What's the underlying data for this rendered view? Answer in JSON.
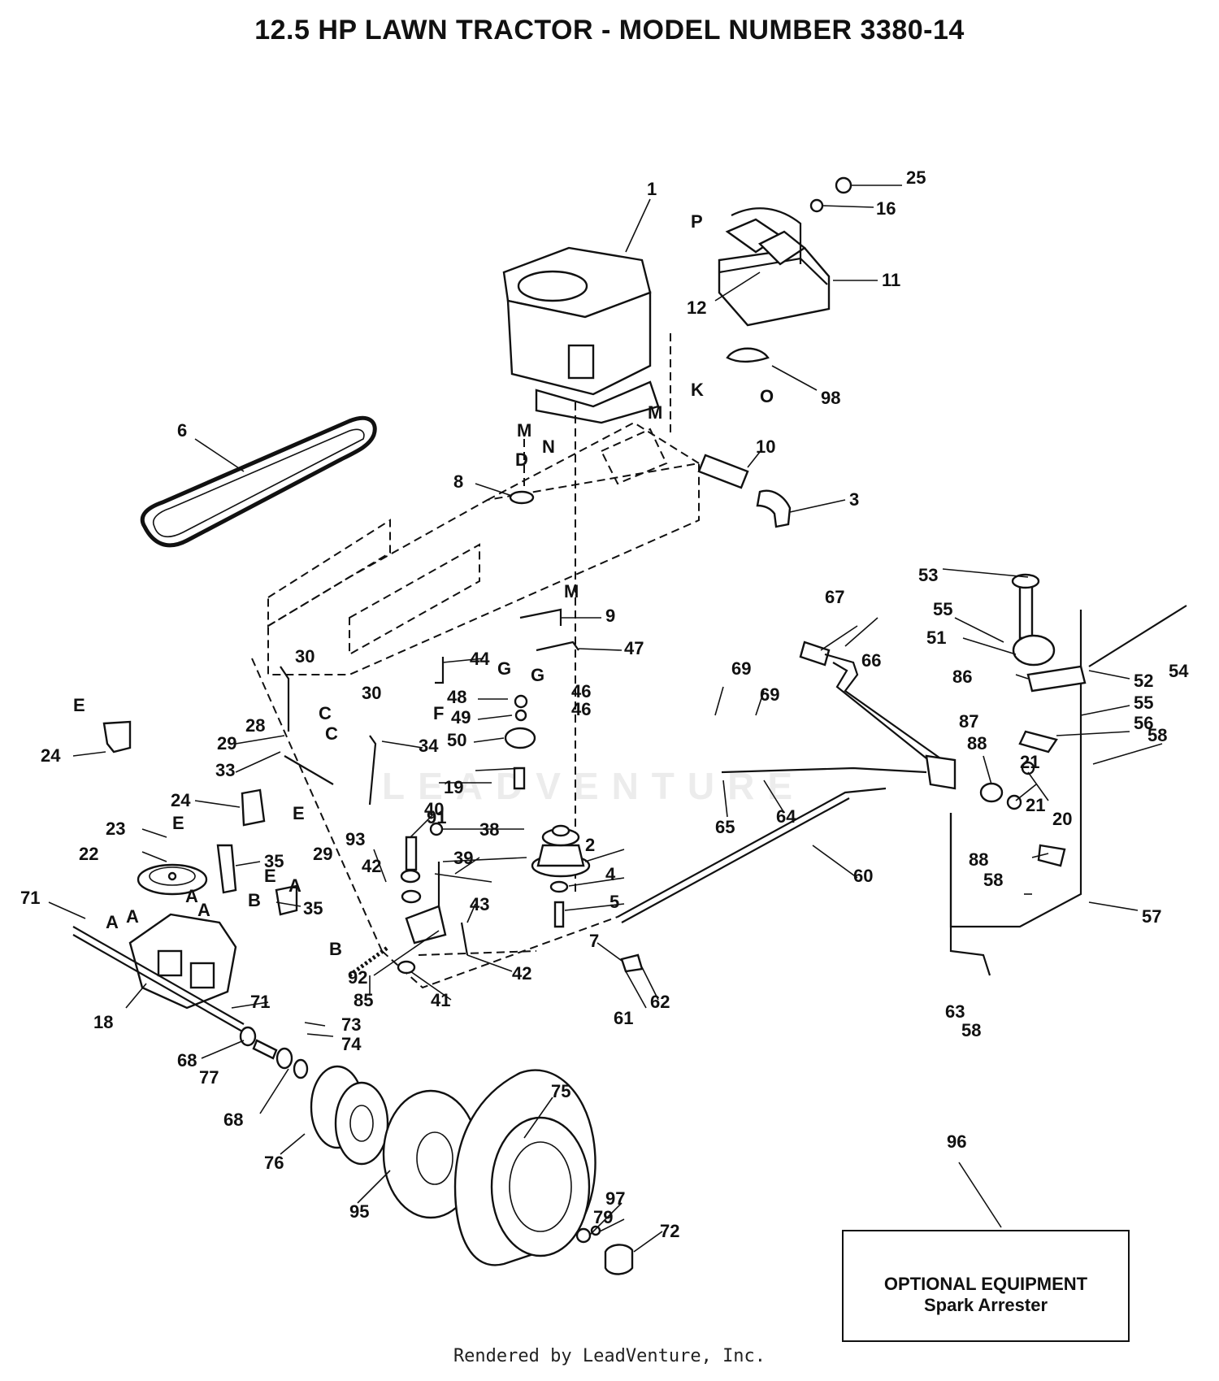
{
  "title": "12.5 HP LAWN TRACTOR - MODEL NUMBER 3380-14",
  "footer": "Rendered by LeadVenture, Inc.",
  "watermark": "LEADVENTURE",
  "optional_box": {
    "line1": "OPTIONAL EQUIPMENT",
    "line2": "Spark Arrester"
  },
  "part_numbers": [
    "1",
    "2",
    "3",
    "4",
    "5",
    "6",
    "7",
    "8",
    "9",
    "10",
    "11",
    "12",
    "16",
    "18",
    "19",
    "20",
    "21",
    "22",
    "23",
    "24",
    "25",
    "28",
    "29",
    "30",
    "33",
    "34",
    "35",
    "38",
    "39",
    "40",
    "41",
    "42",
    "43",
    "44",
    "46",
    "47",
    "48",
    "49",
    "50",
    "51",
    "52",
    "53",
    "54",
    "55",
    "56",
    "57",
    "58",
    "60",
    "61",
    "62",
    "63",
    "64",
    "65",
    "66",
    "67",
    "68",
    "69",
    "71",
    "72",
    "73",
    "74",
    "75",
    "76",
    "77",
    "79",
    "85",
    "86",
    "87",
    "88",
    "91",
    "92",
    "93",
    "95",
    "96",
    "97",
    "98"
  ],
  "reference_letters": [
    "A",
    "B",
    "C",
    "D",
    "E",
    "F",
    "G",
    "K",
    "M",
    "N",
    "O",
    "P"
  ]
}
